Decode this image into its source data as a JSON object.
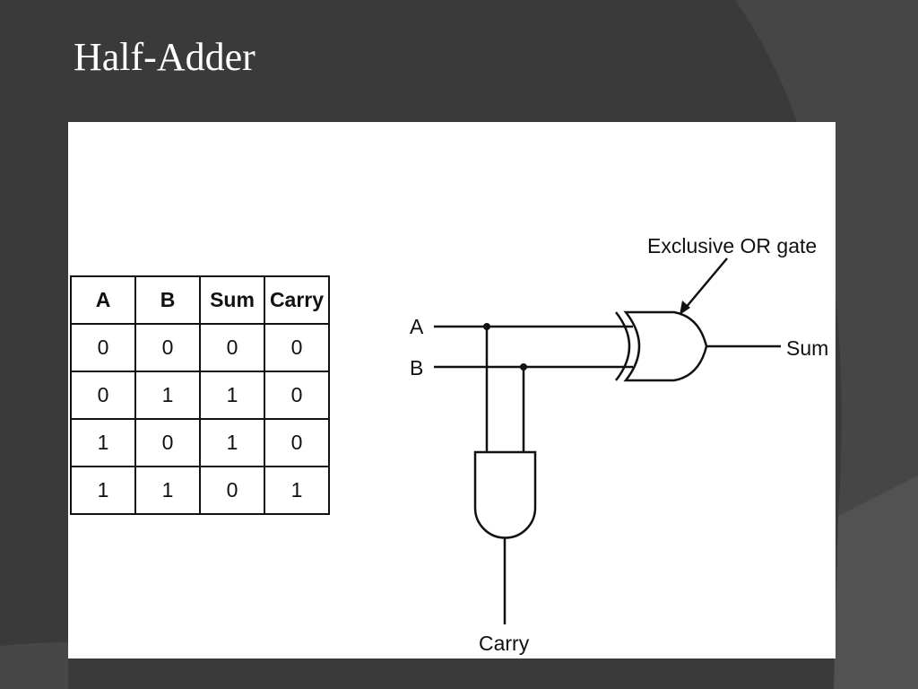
{
  "slide": {
    "title": "Half-Adder"
  },
  "truth_table": {
    "headers": [
      "A",
      "B",
      "Sum",
      "Carry"
    ],
    "rows": [
      [
        "0",
        "0",
        "0",
        "0"
      ],
      [
        "0",
        "1",
        "1",
        "0"
      ],
      [
        "1",
        "0",
        "1",
        "0"
      ],
      [
        "1",
        "1",
        "0",
        "1"
      ]
    ]
  },
  "circuit": {
    "input_a_label": "A",
    "input_b_label": "B",
    "sum_label": "Sum",
    "carry_label": "Carry",
    "xor_annotation": "Exclusive OR gate"
  },
  "colors": {
    "background": "#3a3a3a",
    "figure": "#ffffff",
    "ink": "#111111",
    "title": "#ffffff"
  }
}
